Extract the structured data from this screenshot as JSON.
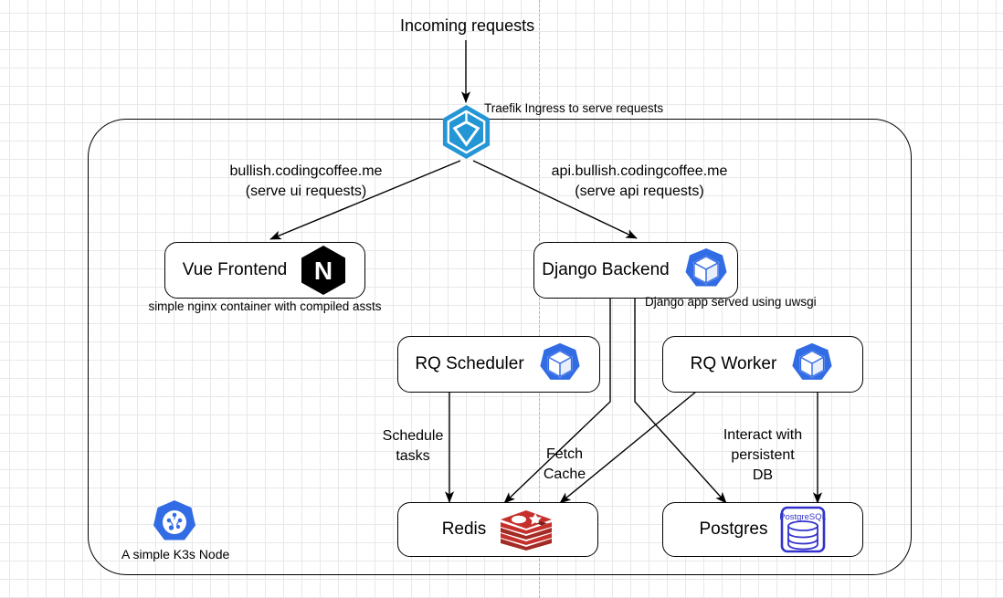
{
  "diagram": {
    "title_text": "Incoming requests",
    "ingress_annotation": "Traefik Ingress to serve requests",
    "cluster_caption": "A simple K3s Node",
    "nodes": [
      {
        "id": "vue",
        "label": "Vue Frontend",
        "icon": "nginx-icon",
        "caption": "simple nginx container with compiled assts"
      },
      {
        "id": "django",
        "label": "Django Backend",
        "icon": "kubernetes-pod-icon",
        "caption": "Django app served using uwsgi"
      },
      {
        "id": "scheduler",
        "label": "RQ Scheduler",
        "icon": "kubernetes-pod-icon",
        "caption": ""
      },
      {
        "id": "worker",
        "label": "RQ Worker",
        "icon": "kubernetes-pod-icon",
        "caption": ""
      },
      {
        "id": "redis",
        "label": "Redis",
        "icon": "redis-icon",
        "caption": ""
      },
      {
        "id": "postgres",
        "label": "Postgres",
        "icon": "postgresql-icon",
        "caption": ""
      }
    ],
    "edge_labels": {
      "ui_route": "bullish.codingcoffee.me\n(serve ui requests)",
      "api_route": "api.bullish.codingcoffee.me\n(serve api requests)",
      "schedule_tasks": "Schedule\ntasks",
      "fetch_cache": "Fetch\nCache",
      "persist_db": "Interact with\npersistent\nDB"
    },
    "icon_text": {
      "nginx_letter": "N",
      "postgres_wordmark": "PostgreSQL"
    },
    "colors": {
      "traefik_blue": "#2496d6",
      "kubernetes_blue": "#326ce5",
      "redis_red": "#c6302b",
      "postgres_blue": "#3333cc",
      "nginx_black": "#000000",
      "stroke": "#000000",
      "grid": "#e8e8e8"
    }
  }
}
